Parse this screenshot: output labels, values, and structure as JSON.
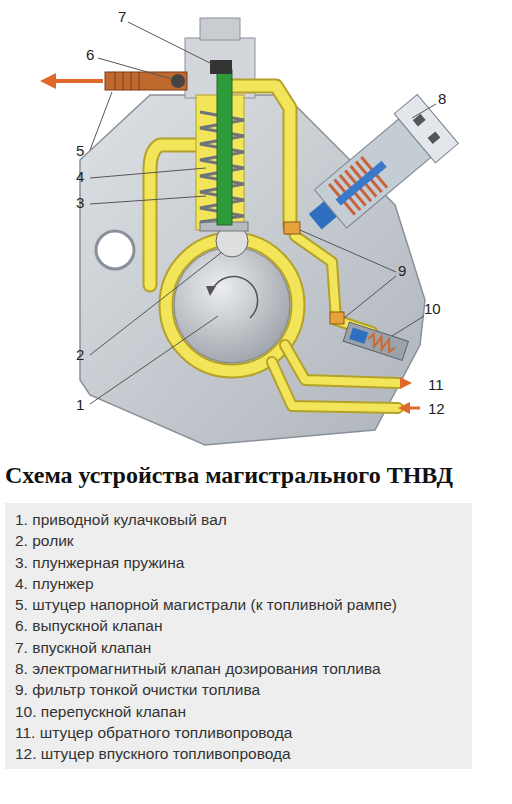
{
  "diagram": {
    "title": "Схема устройства магистрального ТНВД",
    "nodes": [
      {
        "text": [
          "1. приводной кулачковый вал",
          "2. ролик",
          "3. плунжерная пружина",
          "4. плунжер",
          "5. штуцер напорной магистрали (к топливной рампе)",
          "6. выпускной клапан",
          "7. впускной клапан",
          "8. электромагнитный клапан дозирования топлива",
          "9. фильтр тонкой очистки топлива",
          "10. перепускной клапан",
          "11. штуцер обратного топливопровода",
          "12. штуцер впускного топливопровода"
        ]
      }
    ],
    "labels": [
      "7",
      "6",
      "8",
      "5",
      "4",
      "3",
      "9",
      "2",
      "10",
      "1",
      "11",
      "12"
    ]
  }
}
